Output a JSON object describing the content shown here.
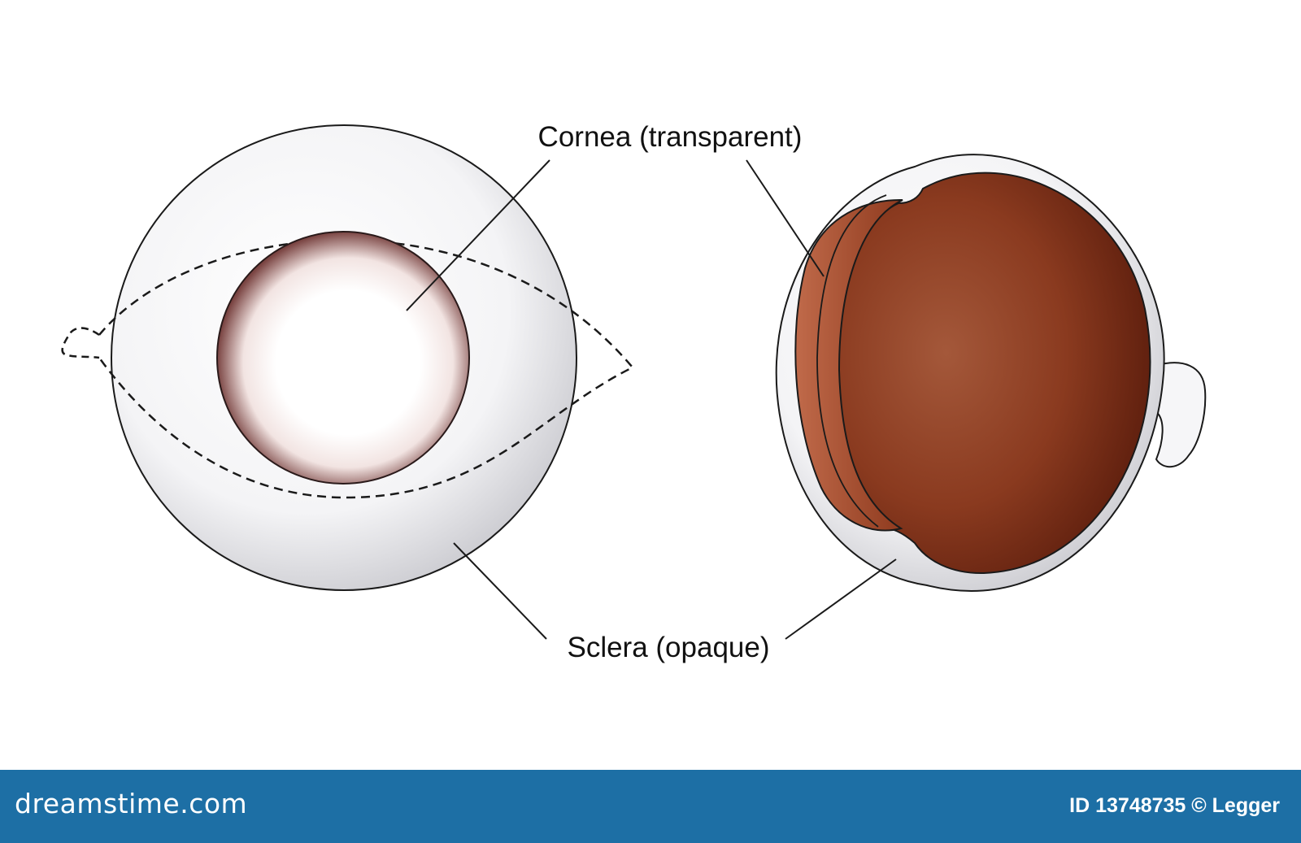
{
  "labels": {
    "cornea": "Cornea (transparent)",
    "sclera": "Sclera (opaque)"
  },
  "footer": {
    "brand": "dreamstime.com",
    "credit": "ID 13748735 © Legger"
  },
  "colors": {
    "sclera_fill": "#f4f4f6",
    "cornea_rim": "#8a5a58",
    "interior_brown": "#8e3a1e",
    "footer_background": "#1d6fa5"
  }
}
